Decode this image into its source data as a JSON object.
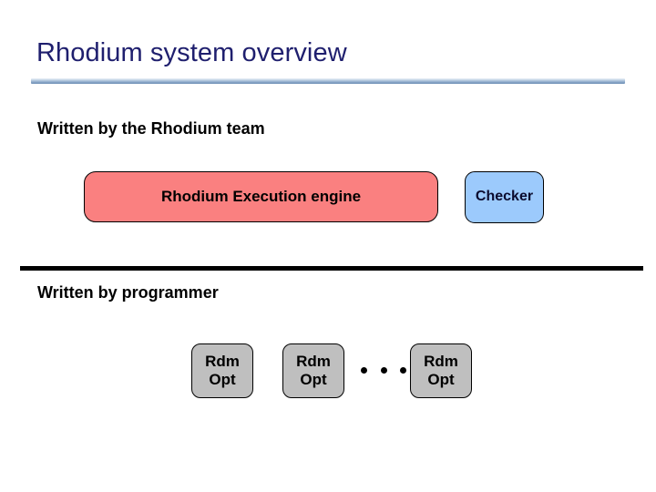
{
  "slide": {
    "title": "Rhodium system overview",
    "background_color": "#ffffff",
    "title_color": "#1f1f6e",
    "rule_gradient_color": "#9db6d2",
    "separator_color": "#000000"
  },
  "sections": {
    "team": {
      "heading": "Written by the Rhodium team",
      "nodes": [
        {
          "label": "Rhodium Execution engine",
          "fill_color": "#fa8080",
          "text_color": "#000000"
        },
        {
          "label": "Checker",
          "fill_color": "#9ccafc",
          "text_color": "#0b0b2e"
        }
      ]
    },
    "programmer": {
      "heading": "Written by programmer",
      "ellipsis": "...",
      "nodes": [
        {
          "line1": "Rdm",
          "line2": "Opt",
          "fill_color": "#bfbfbf",
          "text_color": "#000000"
        },
        {
          "line1": "Rdm",
          "line2": "Opt",
          "fill_color": "#bfbfbf",
          "text_color": "#000000"
        },
        {
          "line1": "Rdm",
          "line2": "Opt",
          "fill_color": "#bfbfbf",
          "text_color": "#000000"
        }
      ]
    }
  }
}
